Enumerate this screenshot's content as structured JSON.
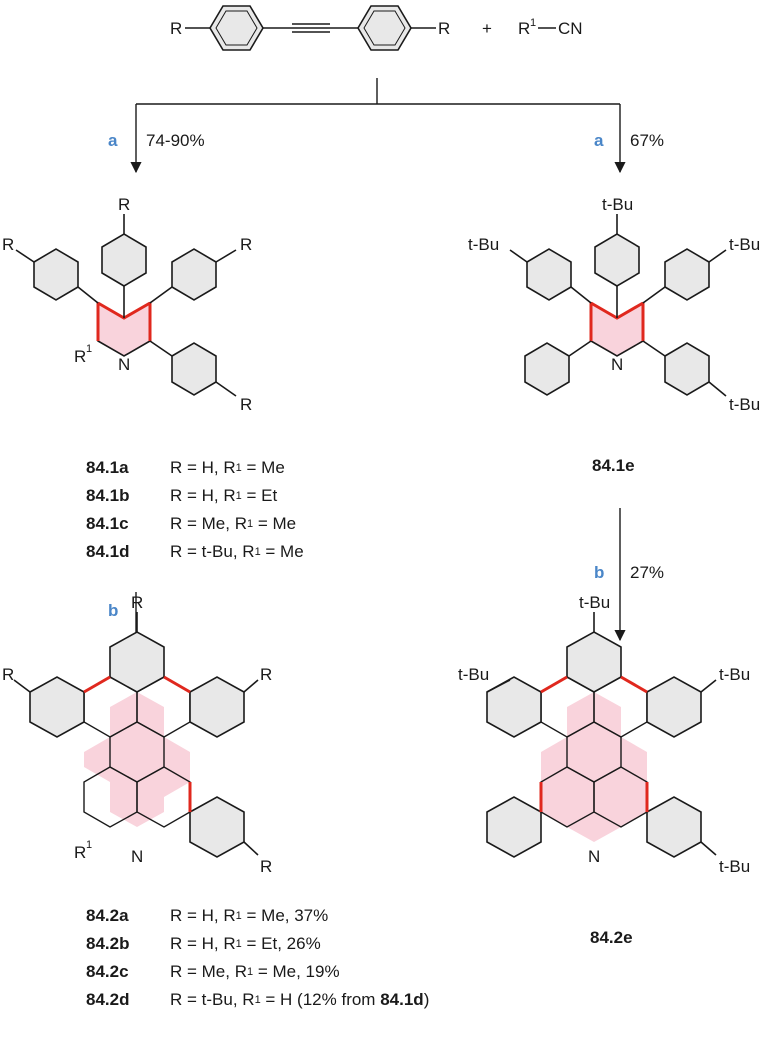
{
  "reagents": {
    "r_left": "R",
    "r_right": "R",
    "plus": "+",
    "nitrile_r": "R",
    "nitrile_sup": "1",
    "nitrile_cn": "CN"
  },
  "arrows": {
    "left_a": {
      "step": "a",
      "yield": "74-90%"
    },
    "right_a": {
      "step": "a",
      "yield": "67%"
    },
    "left_b": {
      "step": "b"
    },
    "right_b": {
      "step": "b",
      "yield": "27%"
    }
  },
  "pyridine_left": {
    "r_top": "R",
    "r_left": "R",
    "r_right": "R",
    "r_bottom": "R",
    "r1": "R",
    "r1_sup": "1",
    "n": "N"
  },
  "pyridine_right": {
    "tbu_top": "t-Bu",
    "tbu_left": "t-Bu",
    "tbu_right": "t-Bu",
    "tbu_bottom": "t-Bu",
    "n": "N"
  },
  "list_84_1": [
    {
      "code": "84.1a",
      "text": "R = H, R",
      "sup": "1",
      "rest": " = Me"
    },
    {
      "code": "84.1b",
      "text": "R = H, R",
      "sup": "1",
      "rest": " = Et"
    },
    {
      "code": "84.1c",
      "text": "R = Me, R",
      "sup": "1",
      "rest": " = Me"
    },
    {
      "code": "84.1d",
      "text": "R = t-Bu, R",
      "sup": "1",
      "rest": " = Me"
    }
  ],
  "code_84_1e": "84.1e",
  "pah_left": {
    "r_top": "R",
    "r_left": "R",
    "r_right": "R",
    "r_bottom": "R",
    "r1": "R",
    "r1_sup": "1",
    "n": "N"
  },
  "pah_right": {
    "tbu_top": "t-Bu",
    "tbu_left": "t-Bu",
    "tbu_right": "t-Bu",
    "tbu_bottom": "t-Bu",
    "n": "N"
  },
  "list_84_2": [
    {
      "code": "84.2a",
      "text": "R = H, R",
      "sup": "1",
      "rest": " = Me, 37%"
    },
    {
      "code": "84.2b",
      "text": "R = H, R",
      "sup": "1",
      "rest": " = Et, 26%"
    },
    {
      "code": "84.2c",
      "text": "R = Me, R",
      "sup": "1",
      "rest": " = Me, 19%"
    },
    {
      "code": "84.2d",
      "text": "R = t-Bu, R",
      "sup": "1",
      "rest": " = H (12% from ",
      "ref": "84.1d",
      "close": ")"
    }
  ],
  "code_84_2e": "84.2e",
  "colors": {
    "highlight_fill": "#f9d3dc",
    "highlight_bond": "#e0281e",
    "ring_fill": "#e8e8e8",
    "step_label": "#4a86c8"
  }
}
